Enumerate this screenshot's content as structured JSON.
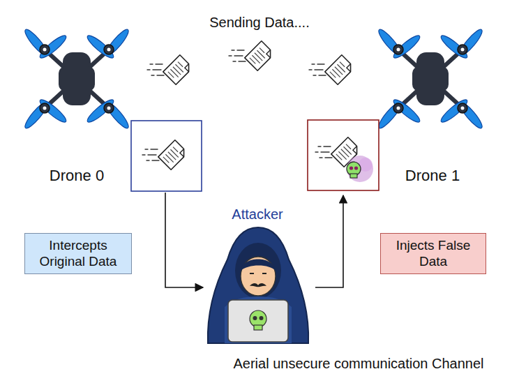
{
  "diagram": {
    "nodes": [
      {
        "text": [
          "Intercepts Original Data"
        ]
      },
      {
        "text": [
          "Injects False Data"
        ]
      }
    ],
    "labels": [
      "Sending Data....",
      "Drone 0",
      "Drone 1",
      "Attacker",
      "Aerial unsecure communication Channel"
    ]
  }
}
